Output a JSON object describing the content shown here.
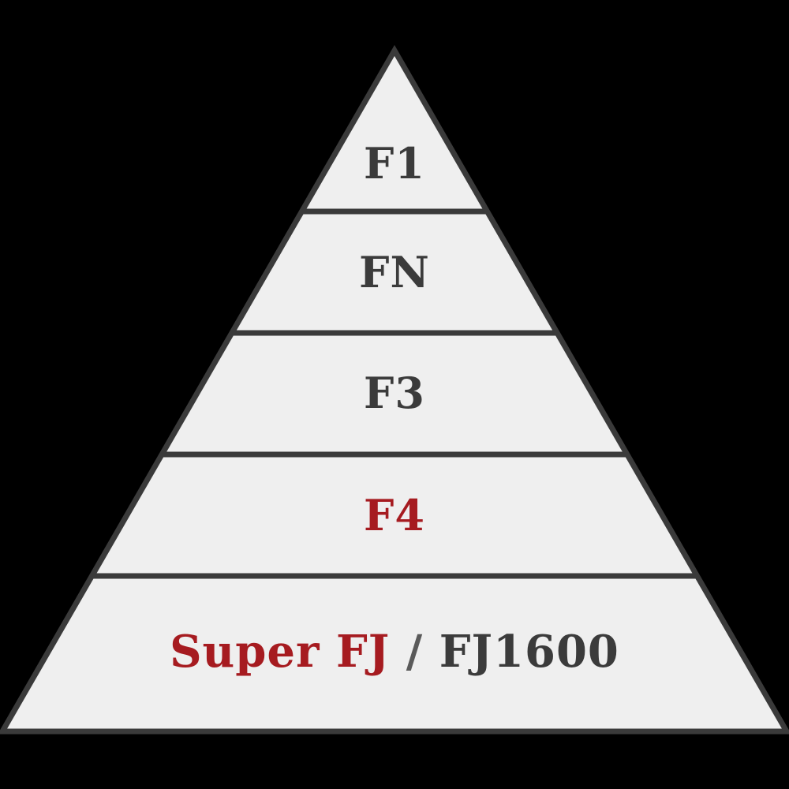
{
  "diagram": {
    "background_color": "#000000",
    "pyramid": {
      "fill_color": "#efefef",
      "stroke_color": "#3a3a3a",
      "tiers": [
        {
          "label": "F1",
          "color": "#3b3b3b"
        },
        {
          "label": "FN",
          "color": "#3b3b3b"
        },
        {
          "label": "F3",
          "color": "#3b3b3b"
        },
        {
          "label": "F4",
          "color": "#a61b20"
        },
        {
          "parts": [
            {
              "text": "Super FJ",
              "color": "#a61b20"
            },
            {
              "text": " / ",
              "color": "#5a5a5a"
            },
            {
              "text": "FJ1600",
              "color": "#3b3b3b"
            }
          ]
        }
      ]
    }
  }
}
